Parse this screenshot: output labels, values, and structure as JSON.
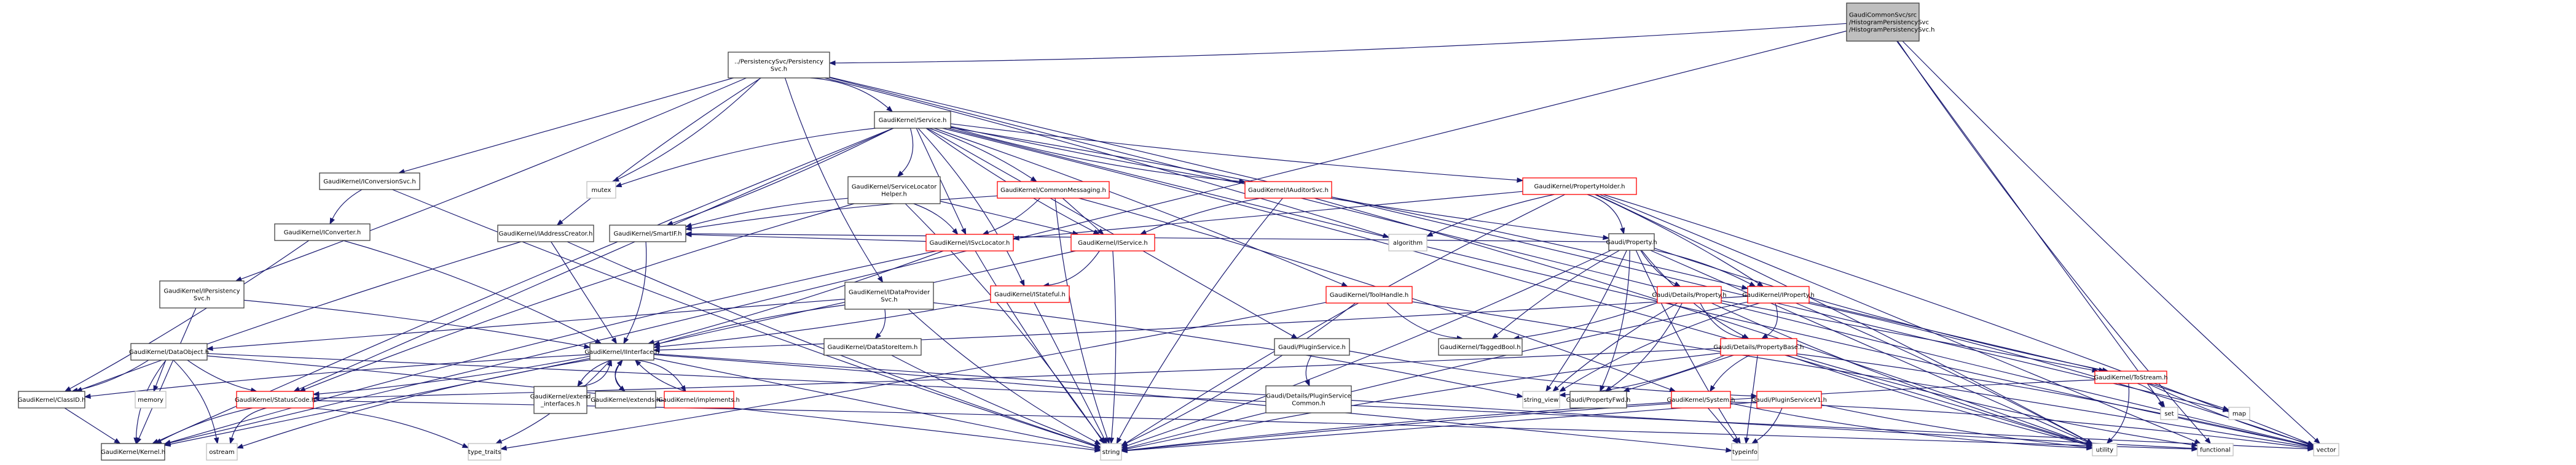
{
  "title": "GaudiCommonSvc/src/HistogramPersistencySvc/HistogramPersistencySvc.h include dependency graph",
  "colors": {
    "edge": "#191970",
    "node_border_normal": "#404040",
    "node_border_incomplete": "#ff0000",
    "node_border_system": "#bfbfbf",
    "root_fill": "#bfbfbf"
  },
  "nodes": [
    {
      "id": "root",
      "kind": "root",
      "lines": [
        "GaudiCommonSvc/src",
        "/HistogramPersistencySvc",
        "/HistogramPersistencySvc.h"
      ]
    },
    {
      "id": "persistencysvc",
      "kind": "normal",
      "lines": [
        "../PersistencySvc/Persistency",
        "Svc.h"
      ]
    },
    {
      "id": "service",
      "kind": "normal",
      "lines": [
        "GaudiKernel/Service.h"
      ]
    },
    {
      "id": "ipersistencysvc",
      "kind": "normal",
      "lines": [
        "GaudiKernel/IPersistency",
        "Svc.h"
      ]
    },
    {
      "id": "iconversionsvc",
      "kind": "normal",
      "lines": [
        "GaudiKernel/IConversionSvc.h"
      ]
    },
    {
      "id": "iconverter",
      "kind": "normal",
      "lines": [
        "GaudiKernel/IConverter.h"
      ]
    },
    {
      "id": "iaddresscreator",
      "kind": "normal",
      "lines": [
        "GaudiKernel/IAddressCreator.h"
      ]
    },
    {
      "id": "smartif",
      "kind": "normal",
      "lines": [
        "GaudiKernel/SmartIF.h"
      ]
    },
    {
      "id": "mutex",
      "kind": "system",
      "lines": [
        "mutex"
      ]
    },
    {
      "id": "servicelocatorhelper",
      "kind": "normal",
      "lines": [
        "GaudiKernel/ServiceLocator",
        "Helper.h"
      ]
    },
    {
      "id": "commonmessaging",
      "kind": "incomplete",
      "lines": [
        "GaudiKernel/CommonMessaging.h"
      ]
    },
    {
      "id": "isvclocator",
      "kind": "incomplete",
      "lines": [
        "GaudiKernel/ISvcLocator.h"
      ]
    },
    {
      "id": "iservice",
      "kind": "incomplete",
      "lines": [
        "GaudiKernel/IService.h"
      ]
    },
    {
      "id": "iauditorsvc",
      "kind": "incomplete",
      "lines": [
        "GaudiKernel/IAuditorSvc.h"
      ]
    },
    {
      "id": "idataprovidersvc",
      "kind": "normal",
      "lines": [
        "GaudiKernel/IDataProvider",
        "Svc.h"
      ]
    },
    {
      "id": "istateful",
      "kind": "incomplete",
      "lines": [
        "GaudiKernel/IStateful.h"
      ]
    },
    {
      "id": "datastoreitem",
      "kind": "normal",
      "lines": [
        "GaudiKernel/DataStoreItem.h"
      ]
    },
    {
      "id": "toolhandle",
      "kind": "incomplete",
      "lines": [
        "GaudiKernel/ToolHandle.h"
      ]
    },
    {
      "id": "pluginservice",
      "kind": "normal",
      "lines": [
        "Gaudi/PluginService.h"
      ]
    },
    {
      "id": "pluginservicecommon",
      "kind": "normal",
      "lines": [
        "Gaudi/Details/PluginService",
        "Common.h"
      ]
    },
    {
      "id": "algorithm",
      "kind": "system",
      "lines": [
        "algorithm"
      ]
    },
    {
      "id": "propertyholder",
      "kind": "incomplete",
      "lines": [
        "GaudiKernel/PropertyHolder.h"
      ]
    },
    {
      "id": "property",
      "kind": "normal",
      "lines": [
        "Gaudi/Property.h"
      ]
    },
    {
      "id": "detailsproperty",
      "kind": "incomplete",
      "lines": [
        "Gaudi/Details/Property.h"
      ]
    },
    {
      "id": "iproperty",
      "kind": "incomplete",
      "lines": [
        "GaudiKernel/IProperty.h"
      ]
    },
    {
      "id": "taggedbool",
      "kind": "normal",
      "lines": [
        "GaudiKernel/TaggedBool.h"
      ]
    },
    {
      "id": "propertybase",
      "kind": "incomplete",
      "lines": [
        "Gaudi/Details/PropertyBase.h"
      ]
    },
    {
      "id": "tostream",
      "kind": "incomplete",
      "lines": [
        "GaudiKernel/ToStream.h"
      ]
    },
    {
      "id": "dataobject",
      "kind": "normal",
      "lines": [
        "GaudiKernel/DataObject.h"
      ]
    },
    {
      "id": "iinterface",
      "kind": "normal",
      "lines": [
        "GaudiKernel/IInterface.h"
      ]
    },
    {
      "id": "classid",
      "kind": "normal",
      "lines": [
        "GaudiKernel/ClassID.h"
      ]
    },
    {
      "id": "memory",
      "kind": "system",
      "lines": [
        "memory"
      ]
    },
    {
      "id": "statuscode",
      "kind": "incomplete",
      "lines": [
        "GaudiKernel/StatusCode.h"
      ]
    },
    {
      "id": "extendinterfaces",
      "kind": "normal",
      "lines": [
        "GaudiKernel/extend",
        "_interfaces.h"
      ]
    },
    {
      "id": "extends",
      "kind": "normal",
      "lines": [
        "GaudiKernel/extends.h"
      ]
    },
    {
      "id": "implements",
      "kind": "incomplete",
      "lines": [
        "GaudiKernel/implements.h"
      ]
    },
    {
      "id": "stringview",
      "kind": "system",
      "lines": [
        "string_view"
      ]
    },
    {
      "id": "propertyfwd",
      "kind": "normal",
      "lines": [
        "Gaudi/PropertyFwd.h"
      ]
    },
    {
      "id": "system",
      "kind": "incomplete",
      "lines": [
        "GaudiKernel/System.h"
      ]
    },
    {
      "id": "pluginservicev1",
      "kind": "incomplete",
      "lines": [
        "Gaudi/PluginServiceV1.h"
      ]
    },
    {
      "id": "set",
      "kind": "system",
      "lines": [
        "set"
      ]
    },
    {
      "id": "map",
      "kind": "system",
      "lines": [
        "map"
      ]
    },
    {
      "id": "kernel",
      "kind": "normal",
      "lines": [
        "GaudiKernel/Kernel.h"
      ]
    },
    {
      "id": "ostream",
      "kind": "system",
      "lines": [
        "ostream"
      ]
    },
    {
      "id": "typetraits",
      "kind": "system",
      "lines": [
        "type_traits"
      ]
    },
    {
      "id": "string",
      "kind": "system",
      "lines": [
        "string"
      ]
    },
    {
      "id": "typeinfo",
      "kind": "system",
      "lines": [
        "typeinfo"
      ]
    },
    {
      "id": "utility",
      "kind": "system",
      "lines": [
        "utility"
      ]
    },
    {
      "id": "functional",
      "kind": "system",
      "lines": [
        "functional"
      ]
    },
    {
      "id": "vector",
      "kind": "system",
      "lines": [
        "vector"
      ]
    }
  ],
  "edges": [
    [
      "root",
      "persistencysvc"
    ],
    [
      "root",
      "kernel"
    ],
    [
      "root",
      "set"
    ],
    [
      "root",
      "vector"
    ],
    [
      "root",
      "functional"
    ],
    [
      "persistencysvc",
      "service"
    ],
    [
      "persistencysvc",
      "ipersistencysvc"
    ],
    [
      "persistencysvc",
      "iconversionsvc"
    ],
    [
      "persistencysvc",
      "iaddresscreator"
    ],
    [
      "persistencysvc",
      "idataprovidersvc"
    ],
    [
      "persistencysvc",
      "mutex"
    ],
    [
      "persistencysvc",
      "algorithm"
    ],
    [
      "persistencysvc",
      "map"
    ],
    [
      "persistencysvc",
      "vector"
    ],
    [
      "service",
      "mutex"
    ],
    [
      "service",
      "servicelocatorhelper"
    ],
    [
      "service",
      "commonmessaging"
    ],
    [
      "service",
      "isvclocator"
    ],
    [
      "service",
      "iservice"
    ],
    [
      "service",
      "iauditorsvc"
    ],
    [
      "service",
      "istateful"
    ],
    [
      "service",
      "toolhandle"
    ],
    [
      "service",
      "pluginservice"
    ],
    [
      "service",
      "propertyholder"
    ],
    [
      "service",
      "property"
    ],
    [
      "service",
      "iproperty"
    ],
    [
      "service",
      "smartif"
    ],
    [
      "service",
      "statuscode"
    ],
    [
      "service",
      "kernel"
    ],
    [
      "service",
      "vector"
    ],
    [
      "service",
      "utility"
    ],
    [
      "ipersistencysvc",
      "iinterface"
    ],
    [
      "ipersistencysvc",
      "kernel"
    ],
    [
      "iconversionsvc",
      "iconverter"
    ],
    [
      "iconversionsvc",
      "string"
    ],
    [
      "iconverter",
      "iinterface"
    ],
    [
      "iconverter",
      "classid"
    ],
    [
      "iaddresscreator",
      "iinterface"
    ],
    [
      "iaddresscreator",
      "classid"
    ],
    [
      "iaddresscreator",
      "string"
    ],
    [
      "smartif",
      "iinterface"
    ],
    [
      "servicelocatorhelper",
      "isvclocator"
    ],
    [
      "servicelocatorhelper",
      "iservice"
    ],
    [
      "servicelocatorhelper",
      "smartif"
    ],
    [
      "servicelocatorhelper",
      "statuscode"
    ],
    [
      "servicelocatorhelper",
      "string"
    ],
    [
      "commonmessaging",
      "isvclocator"
    ],
    [
      "commonmessaging",
      "iservice"
    ],
    [
      "commonmessaging",
      "smartif"
    ],
    [
      "commonmessaging",
      "string"
    ],
    [
      "commonmessaging",
      "system"
    ],
    [
      "isvclocator",
      "iinterface"
    ],
    [
      "isvclocator",
      "smartif"
    ],
    [
      "isvclocator",
      "string"
    ],
    [
      "isvclocator",
      "kernel"
    ],
    [
      "iservice",
      "istateful"
    ],
    [
      "iservice",
      "string"
    ],
    [
      "iservice",
      "iinterface"
    ],
    [
      "iauditorsvc",
      "iservice"
    ],
    [
      "iauditorsvc",
      "string"
    ],
    [
      "iauditorsvc",
      "utility"
    ],
    [
      "idataprovidersvc",
      "datastoreitem"
    ],
    [
      "idataprovidersvc",
      "dataobject"
    ],
    [
      "idataprovidersvc",
      "iinterface"
    ],
    [
      "idataprovidersvc",
      "string"
    ],
    [
      "idataprovidersvc",
      "stringview"
    ],
    [
      "istateful",
      "iinterface"
    ],
    [
      "istateful",
      "string"
    ],
    [
      "datastoreitem",
      "string"
    ],
    [
      "toolhandle",
      "taggedbool"
    ],
    [
      "toolhandle",
      "string"
    ],
    [
      "toolhandle",
      "typetraits"
    ],
    [
      "toolhandle",
      "vector"
    ],
    [
      "pluginservice",
      "pluginservicecommon"
    ],
    [
      "pluginservice",
      "pluginservicev1"
    ],
    [
      "propertyholder",
      "property"
    ],
    [
      "propertyholder",
      "iproperty"
    ],
    [
      "propertyholder",
      "isvclocator"
    ],
    [
      "propertyholder",
      "algorithm"
    ],
    [
      "propertyholder",
      "string"
    ],
    [
      "propertyholder",
      "vector"
    ],
    [
      "propertyholder",
      "utility"
    ],
    [
      "propertyholder",
      "functional"
    ],
    [
      "property",
      "detailsproperty"
    ],
    [
      "property",
      "propertybase"
    ],
    [
      "property",
      "propertyfwd"
    ],
    [
      "property",
      "iproperty"
    ],
    [
      "property",
      "smartif"
    ],
    [
      "property",
      "taggedbool"
    ],
    [
      "property",
      "tostream"
    ],
    [
      "property",
      "string"
    ],
    [
      "property",
      "stringview"
    ],
    [
      "property",
      "utility"
    ],
    [
      "property",
      "typeinfo"
    ],
    [
      "detailsproperty",
      "propertybase"
    ],
    [
      "detailsproperty",
      "propertyfwd"
    ],
    [
      "detailsproperty",
      "taggedbool"
    ],
    [
      "detailsproperty",
      "tostream"
    ],
    [
      "detailsproperty",
      "stringview"
    ],
    [
      "detailsproperty",
      "utility"
    ],
    [
      "iproperty",
      "propertybase"
    ],
    [
      "iproperty",
      "iinterface"
    ],
    [
      "iproperty",
      "tostream"
    ],
    [
      "iproperty",
      "string"
    ],
    [
      "iproperty",
      "stringview"
    ],
    [
      "iproperty",
      "vector"
    ],
    [
      "iproperty",
      "utility"
    ],
    [
      "propertybase",
      "propertyfwd"
    ],
    [
      "propertybase",
      "system"
    ],
    [
      "propertybase",
      "string"
    ],
    [
      "propertybase",
      "stringview"
    ],
    [
      "propertybase",
      "statuscode"
    ],
    [
      "propertybase",
      "typeinfo"
    ],
    [
      "propertybase",
      "utility"
    ],
    [
      "propertybase",
      "functional"
    ],
    [
      "propertybase",
      "vector"
    ],
    [
      "tostream",
      "set"
    ],
    [
      "tostream",
      "map"
    ],
    [
      "tostream",
      "vector"
    ],
    [
      "tostream",
      "string"
    ],
    [
      "tostream",
      "utility"
    ],
    [
      "dataobject",
      "classid"
    ],
    [
      "dataobject",
      "memory"
    ],
    [
      "dataobject",
      "statuscode"
    ],
    [
      "dataobject",
      "kernel"
    ],
    [
      "dataobject",
      "ostream"
    ],
    [
      "dataobject",
      "string"
    ],
    [
      "dataobject",
      "vector"
    ],
    [
      "iinterface",
      "extendinterfaces"
    ],
    [
      "iinterface",
      "extends"
    ],
    [
      "iinterface",
      "implements"
    ],
    [
      "iinterface",
      "statuscode"
    ],
    [
      "iinterface",
      "kernel"
    ],
    [
      "iinterface",
      "classid"
    ],
    [
      "iinterface",
      "ostream"
    ],
    [
      "iinterface",
      "typetraits"
    ],
    [
      "iinterface",
      "typeinfo"
    ],
    [
      "iinterface",
      "string"
    ],
    [
      "iinterface",
      "functional"
    ],
    [
      "extendinterfaces",
      "iinterface"
    ],
    [
      "extends",
      "iinterface"
    ],
    [
      "implements",
      "iinterface"
    ],
    [
      "classid",
      "kernel"
    ],
    [
      "statuscode",
      "kernel"
    ],
    [
      "statuscode",
      "ostream"
    ],
    [
      "statuscode",
      "typetraits"
    ],
    [
      "statuscode",
      "functional"
    ],
    [
      "system",
      "typeinfo"
    ],
    [
      "system",
      "string"
    ],
    [
      "system",
      "utility"
    ],
    [
      "system",
      "vector"
    ],
    [
      "pluginservicev1",
      "typeinfo"
    ],
    [
      "pluginservicev1",
      "string"
    ],
    [
      "pluginservicev1",
      "utility"
    ]
  ]
}
